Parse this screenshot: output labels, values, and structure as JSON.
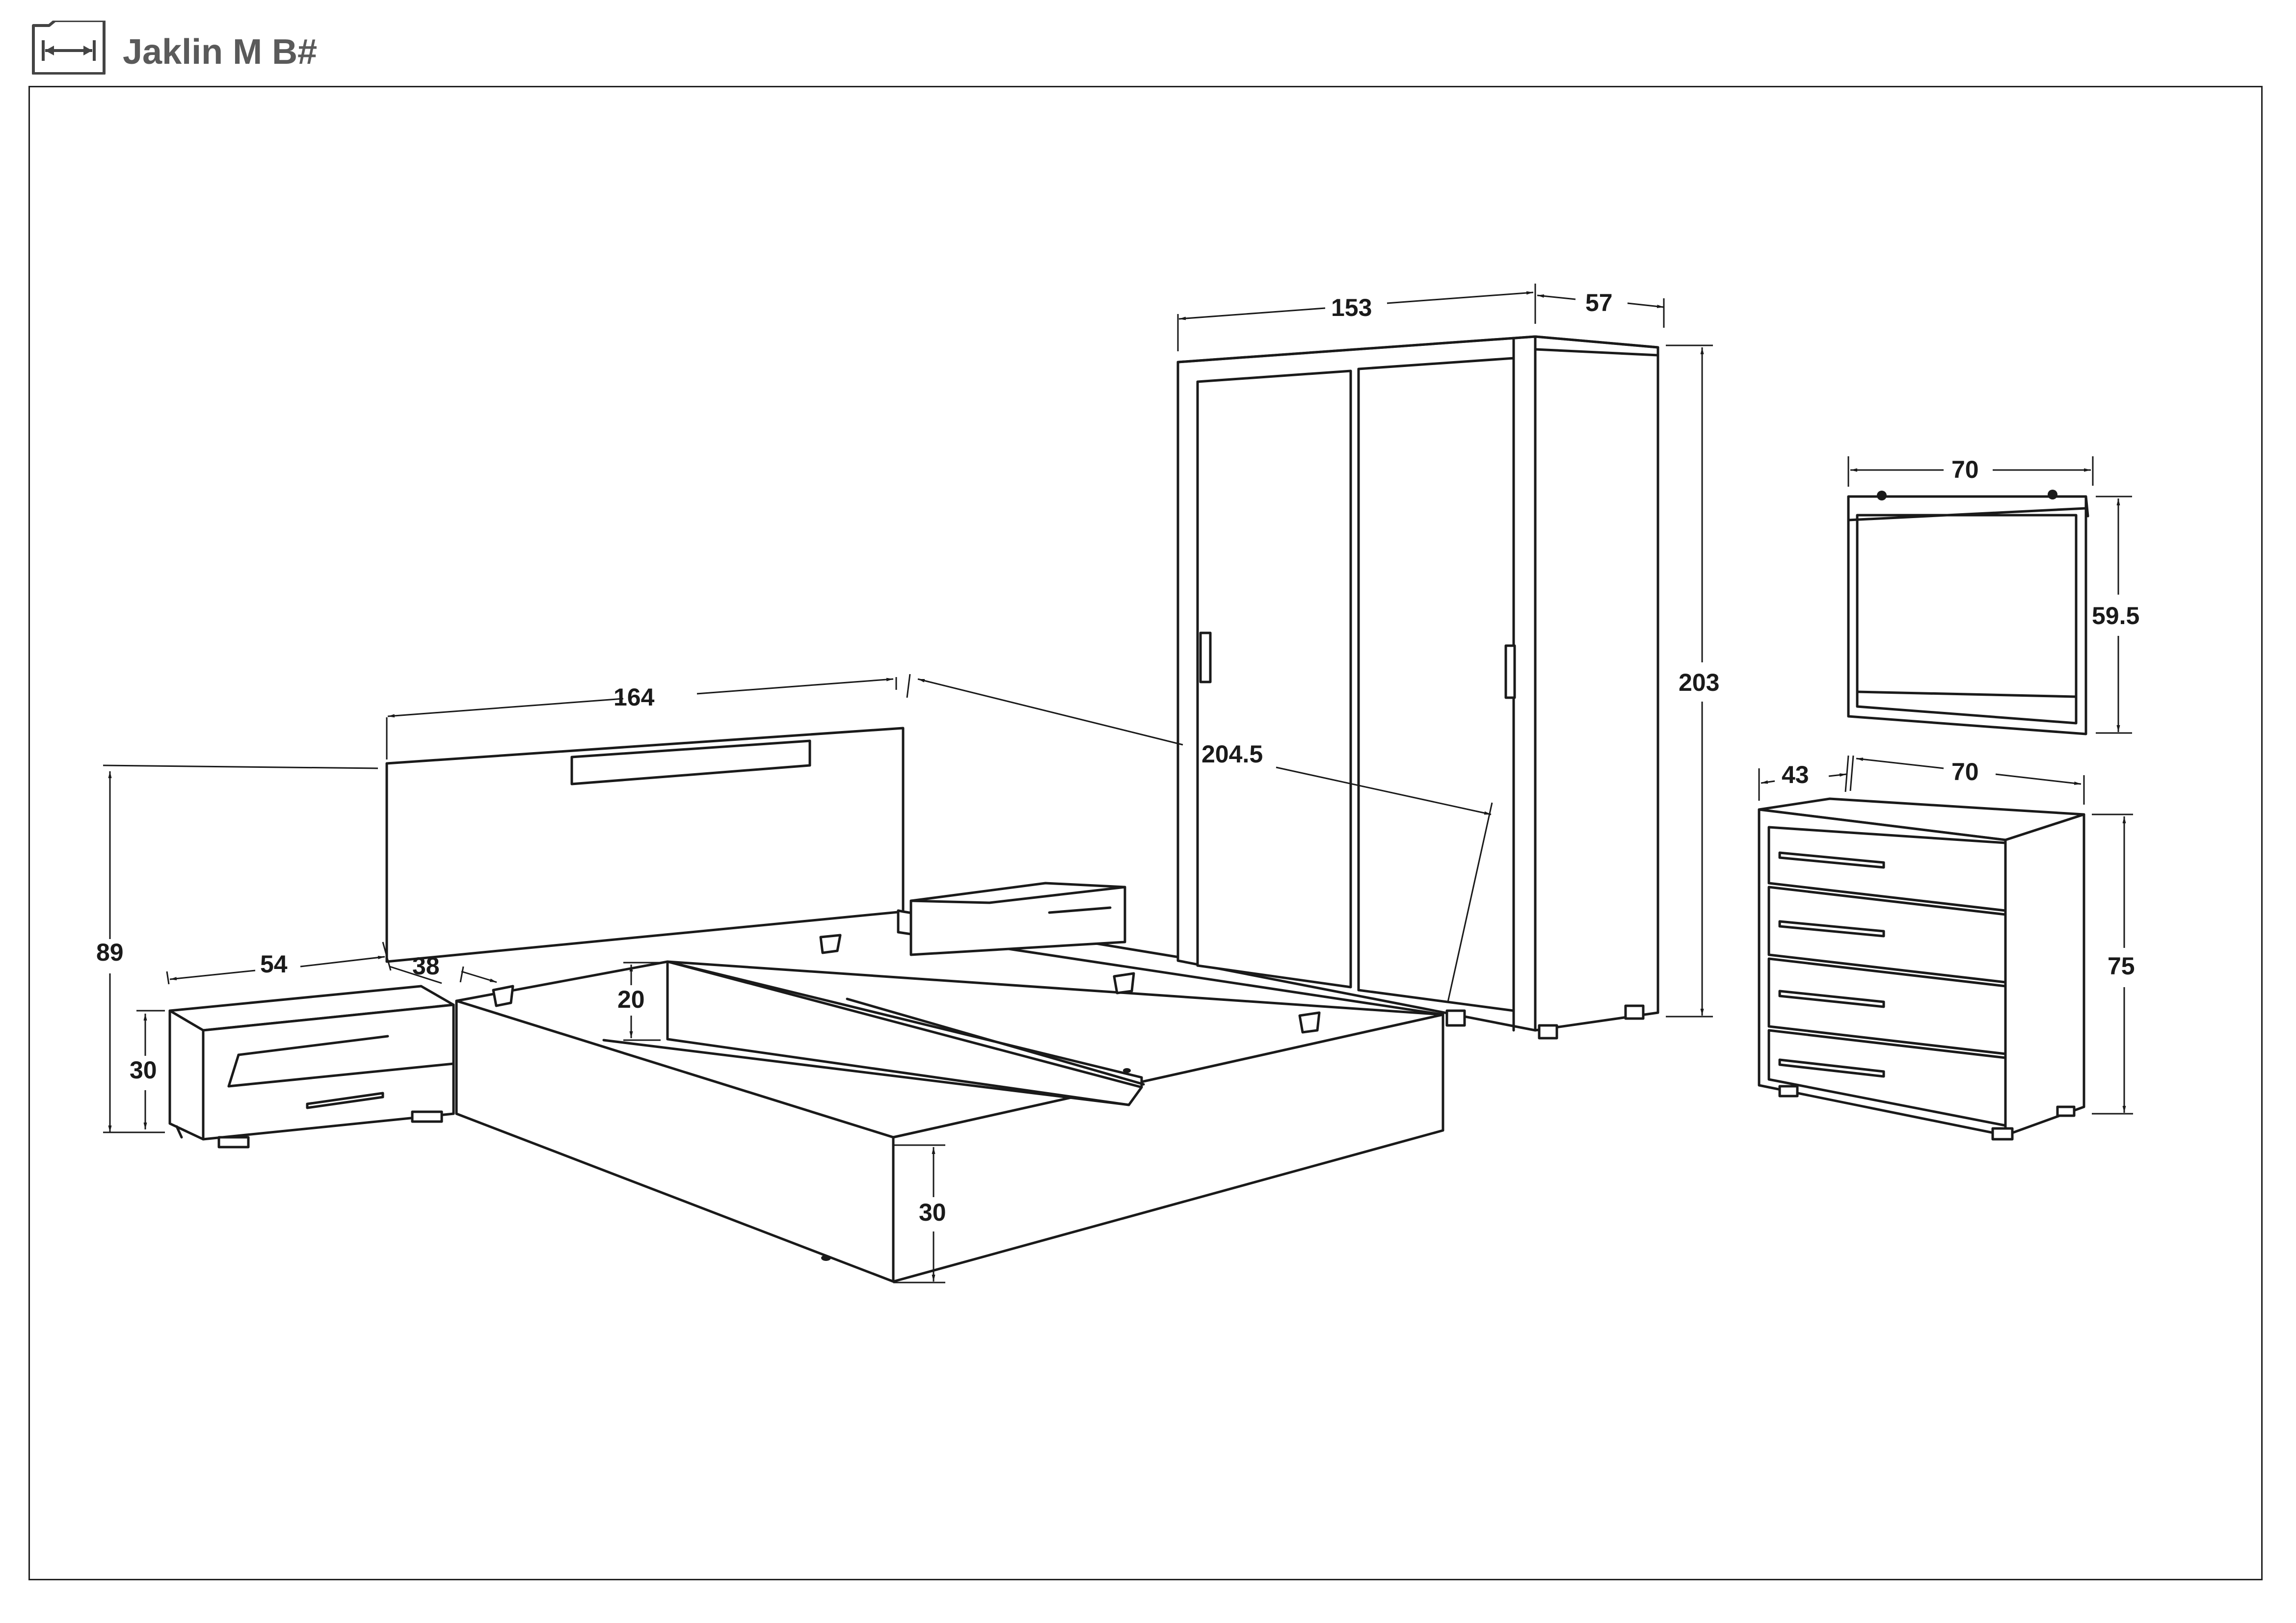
{
  "header": {
    "title": "Jaklin M B#",
    "icon": "dimensions-icon"
  },
  "dimensions": {
    "bed_width": "164",
    "bed_length": "204.5",
    "headboard_height": "89",
    "bed_frame_height": "30",
    "bed_inner_step": "20",
    "bed_side_offset": "38",
    "nightstand_width": "54",
    "nightstand_height": "30",
    "wardrobe_width": "153",
    "wardrobe_depth": "57",
    "wardrobe_height": "203",
    "mirror_width": "70",
    "mirror_height": "59.5",
    "dresser_depth": "43",
    "dresser_width": "70",
    "dresser_height": "75"
  }
}
